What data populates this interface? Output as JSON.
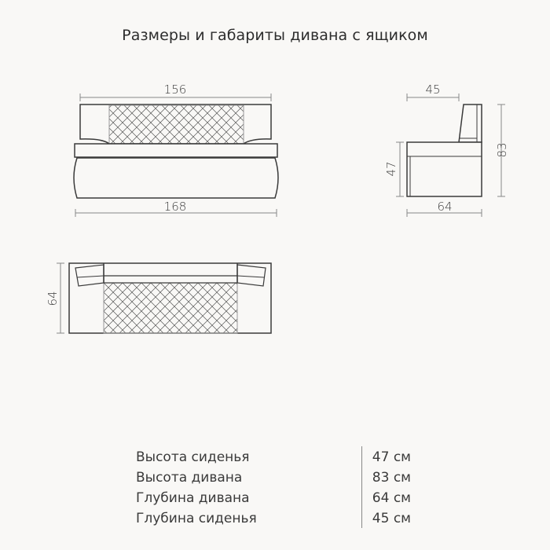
{
  "title": "Размеры и габариты дивана с ящиком",
  "colors": {
    "background": "#f9f8f6",
    "line": "#3a3a3a",
    "dim_line": "#888888",
    "text": "#333333"
  },
  "front_view": {
    "backrest_width": "156",
    "total_width": "168"
  },
  "side_view": {
    "seat_depth": "45",
    "total_height": "83",
    "seat_height": "47",
    "total_depth": "64"
  },
  "top_view": {
    "depth": "64"
  },
  "specs": [
    {
      "label": "Высота сиденья",
      "value": "47 см"
    },
    {
      "label": "Высота дивана",
      "value": "83 см"
    },
    {
      "label": "Глубина дивана",
      "value": "64 см"
    },
    {
      "label": "Глубина сиденья",
      "value": "45 см"
    }
  ]
}
